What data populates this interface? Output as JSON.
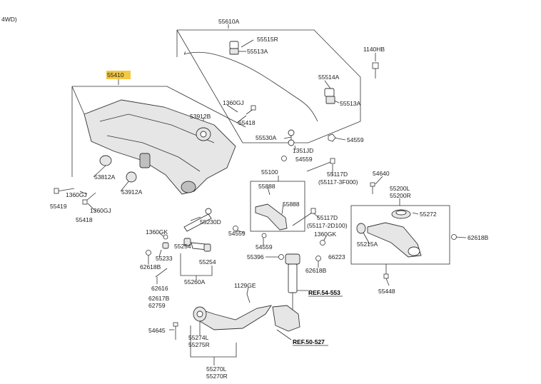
{
  "header": {
    "text": "4WD)"
  },
  "highlight_color": "#f5c842",
  "labels": {
    "l_55410": "55410",
    "l_55610A": "55610A",
    "l_55515R": "55515R",
    "l_55513A_a": "55513A",
    "l_1140HB": "1140HB",
    "l_55514A": "55514A",
    "l_55513A_b": "55513A",
    "l_1360GJ_a": "1360GJ",
    "l_53912B": "53912B",
    "l_55418_a": "55418",
    "l_55530A": "55530A",
    "l_54559_a": "54559",
    "l_1351JD": "1351JD",
    "l_54559_b": "54559",
    "l_55100": "55100",
    "l_55117D_a": "55117D",
    "l_55117D_a2": "(55117-3F000)",
    "l_54640": "54640",
    "l_55200L": "55200L",
    "l_55200R": "55200R",
    "l_55272": "55272",
    "l_55888_a": "55888",
    "l_55888_b": "55888",
    "l_55117D_b": "55117D",
    "l_55117D_b2": "(55117-2D100)",
    "l_1360GK_b": "1360GK",
    "l_55215A": "55215A",
    "l_62618B_b": "62618B",
    "l_66223": "66223",
    "l_53812A": "53812A",
    "l_53912A": "53912A",
    "l_1360GJ_b": "1360GJ",
    "l_1360GJ_c": "1360GJ",
    "l_55419": "55419",
    "l_55418_b": "55418",
    "l_54559_c": "54559",
    "l_55230D": "55230D",
    "l_1360GK_a": "1360GK",
    "l_55233": "55233",
    "l_55254_a": "55254",
    "l_55254_b": "55254",
    "l_62618B_a": "62618B",
    "l_55260A": "55260A",
    "l_62616": "62616",
    "l_62617B": "62617B",
    "l_62759": "62759",
    "l_54559_d": "54559",
    "l_55396": "55396",
    "l_62618B_c": "62618B",
    "l_55448": "55448",
    "l_1129GE": "1129GE",
    "l_ref1": "REF.54-553",
    "l_ref2": "REF.50-527",
    "l_54645": "54645",
    "l_55274L": "55274L",
    "l_55275R": "55275R",
    "l_55270L": "55270L",
    "l_55270R": "55270R"
  }
}
